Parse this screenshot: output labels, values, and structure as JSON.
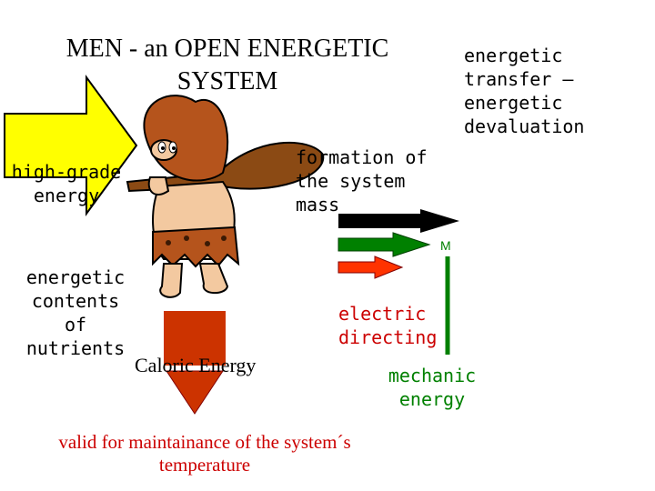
{
  "title": "MEN - an OPEN ENERGETIC SYSTEM",
  "energetic_transfer": "energetic transfer – energetic devaluation",
  "high_grade_energy": "high-grade energy",
  "formation": "formation of the system mass",
  "marker_m": "M",
  "nutrients": "energetic contents of nutrients",
  "caloric": "Caloric Energy",
  "electric": "electric directing",
  "mechanic": "mechanic energy",
  "valid": "valid for maintainance of the system´s temperature",
  "colors": {
    "yellow_arrow": "#ffff00",
    "black_arrow": "#000000",
    "green": "#008000",
    "red_arrow": "#ff3300",
    "brown_block": "#cc3300",
    "caveman_hair": "#b5541c",
    "caveman_skin": "#f3c9a0"
  },
  "icons": [
    "caveman-illustration",
    "club-icon"
  ]
}
